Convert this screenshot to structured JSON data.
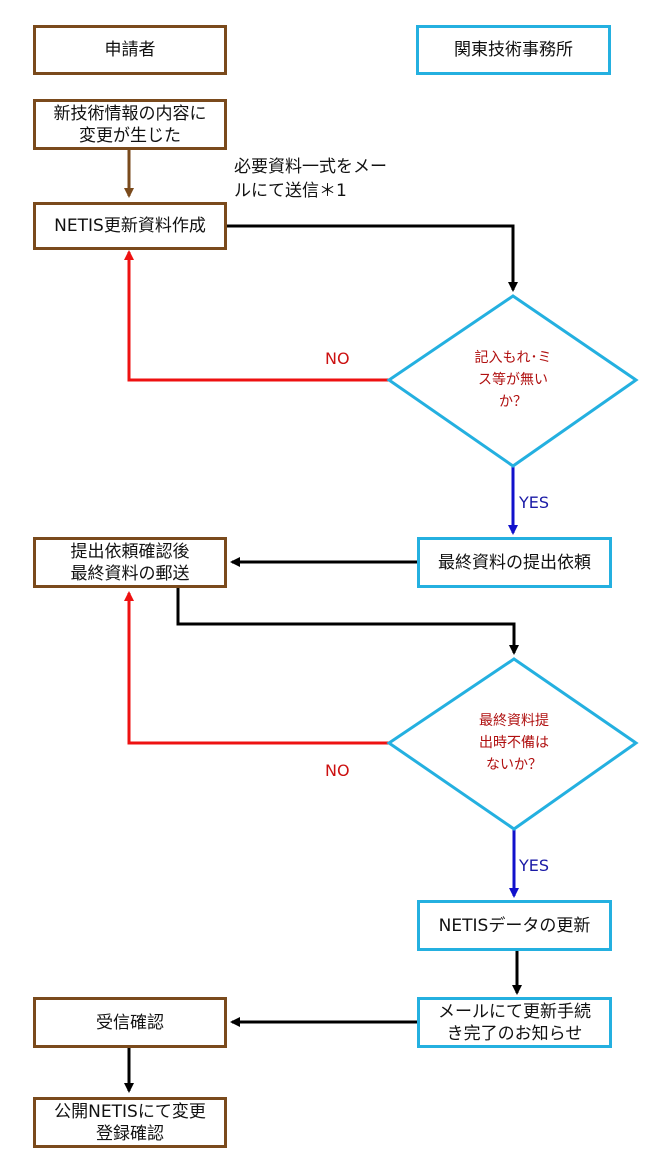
{
  "lanes": {
    "applicant": "申請者",
    "office": "関東技術事務所"
  },
  "boxes": {
    "change_occurred": "新技術情報の内容に\n変更が生じた",
    "create_docs": "NETIS更新資料作成",
    "submit_after_request": "提出依頼確認後\n最終資料の郵送",
    "request_final": "最終資料の提出依頼",
    "update_data": "NETISデータの更新",
    "notify_complete": "メールにて更新手続\nき完了のお知らせ",
    "confirm_receipt": "受信確認",
    "confirm_public": "公開NETISにて変更\n登録確認"
  },
  "decisions": {
    "check_errors": "記入もれ･ミ\nス等が無い\nか？",
    "check_final": "最終資料提\n出時不備は\nないか？"
  },
  "labels": {
    "send_email": "必要資料一式をメー\nルにて送信＊1",
    "no1": "NO",
    "no2": "NO",
    "yes1": "YES",
    "yes2": "YES"
  },
  "colors": {
    "applicant_border": "#7a4a1c",
    "office_border": "#24b0e0",
    "no_arrow": "#ee1111",
    "yes_arrow": "#1111cc",
    "flow_arrow": "#000000",
    "no_text": "#cc1111",
    "yes_text": "#1a1aa6",
    "decision_text": "#b01010"
  }
}
